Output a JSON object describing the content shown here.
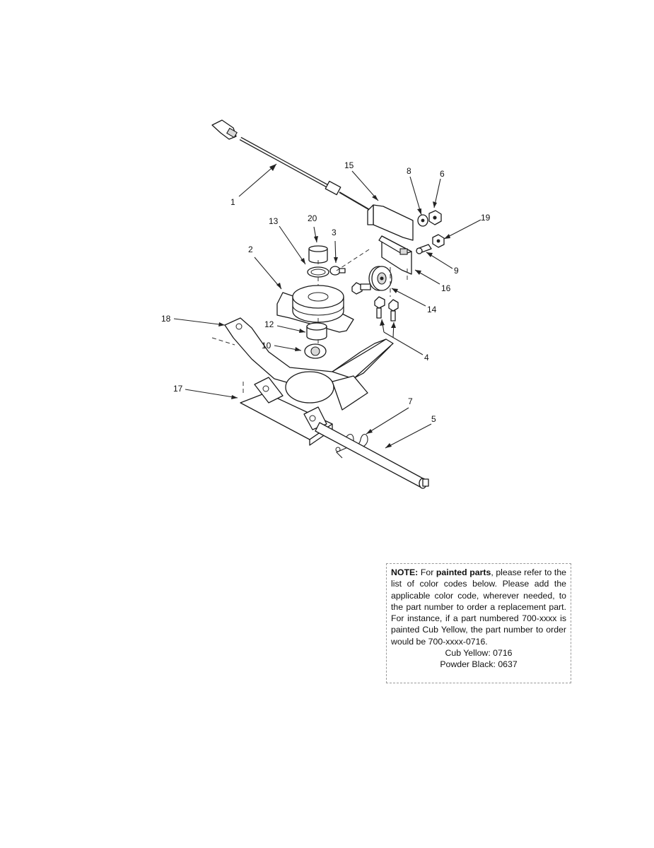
{
  "callouts": [
    "1",
    "2",
    "3",
    "4",
    "5",
    "6",
    "7",
    "8",
    "9",
    "10",
    "12",
    "13",
    "14",
    "15",
    "16",
    "17",
    "18",
    "19",
    "20"
  ],
  "note": {
    "label": "NOTE:",
    "text_a": " For ",
    "bold": "painted parts",
    "text_b": ", please refer to the list of color codes below. Please add the applicable color code, wherever needed, to the part number to order a replacement part. For instance, if a part numbered 700-xxxx is painted Cub Yellow, the part number to order would be 700-xxxx-0716.",
    "colors": [
      "Cub Yellow: 0716",
      "Powder Black: 0637"
    ]
  }
}
